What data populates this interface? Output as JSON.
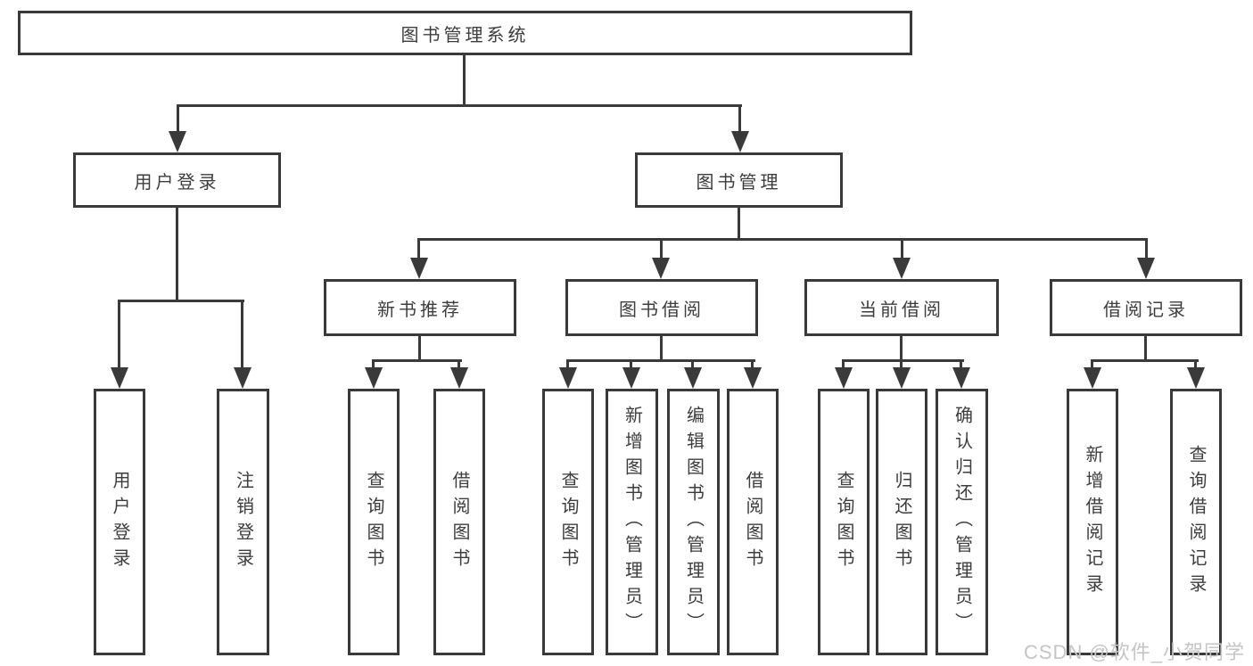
{
  "diagram": {
    "root": {
      "label": "图书管理系统"
    },
    "level2": [
      {
        "label": "用户登录"
      },
      {
        "label": "图书管理"
      }
    ],
    "level3": [
      {
        "label": "新书推荐"
      },
      {
        "label": "图书借阅"
      },
      {
        "label": "当前借阅"
      },
      {
        "label": "借阅记录"
      }
    ],
    "leaves": {
      "user_login": [
        {
          "label": "用户登录"
        },
        {
          "label": "注销登录"
        }
      ],
      "new_books": [
        {
          "label": "查询图书"
        },
        {
          "label": "借阅图书"
        }
      ],
      "borrowing": [
        {
          "label": "查询图书"
        },
        {
          "label": "新增图书（管理员）"
        },
        {
          "label": "编辑图书（管理员）"
        },
        {
          "label": "借阅图书"
        }
      ],
      "current": [
        {
          "label": "查询图书"
        },
        {
          "label": "归还图书"
        },
        {
          "label": "确认归还（管理员）"
        }
      ],
      "records": [
        {
          "label": "新增借阅记录"
        },
        {
          "label": "查询借阅记录"
        }
      ]
    }
  },
  "watermark": {
    "text": "CSDN @软件_小贺同学"
  },
  "colors": {
    "line": "#3a3a3a",
    "text": "#3d3d3d",
    "watermark": "#c5c5c5",
    "background": "#ffffff"
  }
}
